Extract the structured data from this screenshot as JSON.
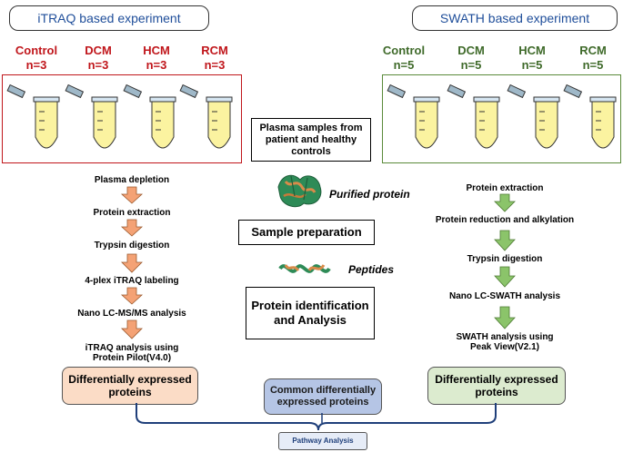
{
  "itraq": {
    "title": "iTRAQ based experiment",
    "groups": [
      {
        "name": "Control",
        "n": "n=3"
      },
      {
        "name": "DCM",
        "n": "n=3"
      },
      {
        "name": "HCM",
        "n": "n=3"
      },
      {
        "name": "RCM",
        "n": "n=3"
      }
    ],
    "steps": [
      "Plasma depletion",
      "Protein extraction",
      "Trypsin  digestion",
      "4-plex iTRAQ labeling",
      "Nano LC-MS/MS analysis",
      "iTRAQ analysis using",
      "Protein Pilot(V4.0)"
    ],
    "result": "Differentially expressed proteins"
  },
  "swath": {
    "title": "SWATH based experiment",
    "groups": [
      {
        "name": "Control",
        "n": "n=5"
      },
      {
        "name": "DCM",
        "n": "n=5"
      },
      {
        "name": "HCM",
        "n": "n=5"
      },
      {
        "name": "RCM",
        "n": "n=5"
      }
    ],
    "steps": [
      "Protein extraction",
      "Protein reduction and alkylation",
      "Trypsin  digestion",
      "Nano LC-SWATH analysis",
      "SWATH analysis using",
      "Peak View(V2.1)"
    ],
    "result": "Differentially expressed proteins"
  },
  "center": {
    "plasma": "Plasma samples from patient and healthy controls",
    "purified": "Purified protein",
    "sample_prep": "Sample preparation",
    "peptides": "Peptides",
    "identification": "Protein identification and Analysis",
    "common": "Common differentially expressed proteins",
    "pathway": "Pathway Analysis"
  },
  "colors": {
    "itraq_accent": "#c0161b",
    "swath_accent": "#3f6a2a",
    "orange_arrow": "#f4a275",
    "green_arrow": "#8bc46a",
    "itraq_result_bg": "#fbdcc6",
    "swath_result_bg": "#dcebcf",
    "common_bg": "#b5c5e5",
    "title_blue": "#1f4e9a",
    "bracket": "#1f3f7a"
  }
}
